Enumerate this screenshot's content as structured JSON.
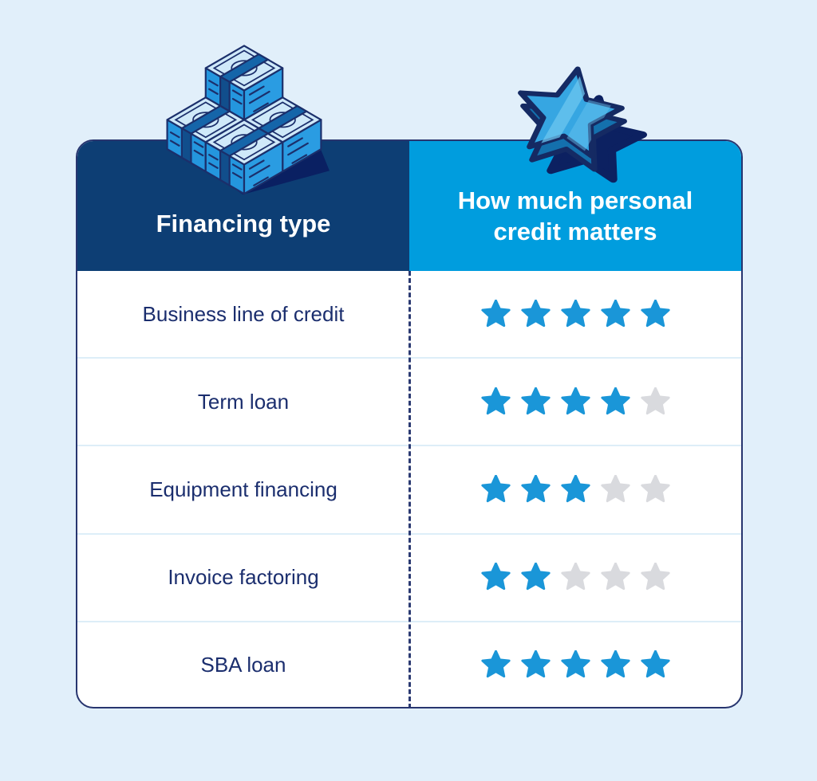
{
  "page": {
    "background_color": "#e1effa"
  },
  "header": {
    "left": {
      "label": "Financing type",
      "bg_color": "#0d3e74"
    },
    "right": {
      "label": "How much personal credit matters",
      "bg_color": "#009dde"
    }
  },
  "rows": [
    {
      "label": "Business line of credit",
      "rating": 5
    },
    {
      "label": "Term loan",
      "rating": 4
    },
    {
      "label": "Equipment financing",
      "rating": 3
    },
    {
      "label": "Invoice factoring",
      "rating": 2
    },
    {
      "label": "SBA loan",
      "rating": 5
    }
  ],
  "rating": {
    "max": 5,
    "active_color": "#1a96d8",
    "inactive_color": "#d9dade"
  },
  "style_colors": {
    "label_text": "#1b2e6e",
    "table_border": "#27356f",
    "row_separator": "#ddeef8",
    "column_divider": "#2b3a72"
  },
  "illustrations": {
    "money": {
      "name": "money-stacks",
      "colors": {
        "top_face": "#cfe9f9",
        "side": "#2496de",
        "band": "#1565a9",
        "outline": "#1b2f6b",
        "shadow": "#0a2062"
      }
    },
    "star": {
      "name": "star-3d",
      "colors": {
        "top_face": "#36a6e2",
        "stripe": "#6cc5ef",
        "side": "#1470ad",
        "outline": "#152a63",
        "shadow": "#0c2161"
      }
    }
  },
  "chart_data": {
    "type": "table",
    "columns": [
      "Financing type",
      "How much personal credit matters"
    ],
    "rows": [
      [
        "Business line of credit",
        5
      ],
      [
        "Term loan",
        4
      ],
      [
        "Equipment financing",
        3
      ],
      [
        "Invoice factoring",
        2
      ],
      [
        "SBA loan",
        5
      ]
    ],
    "rating_scale_max": 5,
    "legend_position": "none",
    "grid": "off"
  }
}
